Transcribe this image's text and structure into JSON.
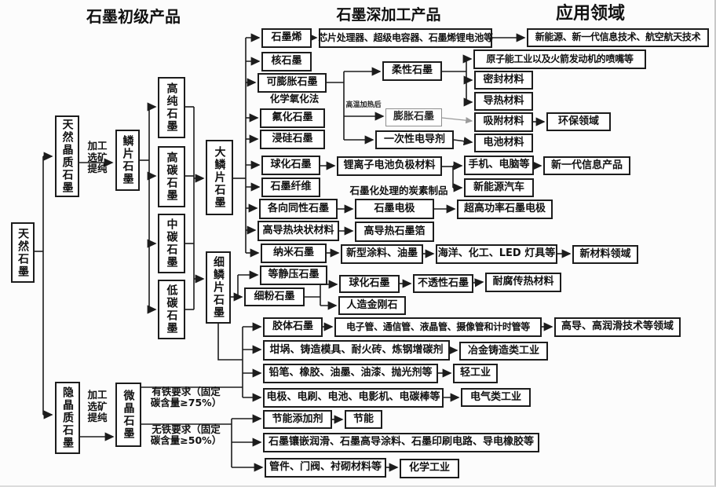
{
  "colors": {
    "line": "#1c1c1c",
    "muted_line": "#9a9a9a",
    "background": "#fcfcfc"
  },
  "headers": {
    "primary": "石墨初级产品",
    "deep": "石墨深加工产品",
    "application": "应用领域"
  },
  "nodes": {
    "natural": "天然石墨",
    "crystalline": "天然晶质石墨",
    "process1": "加工\n选矿\n提纯",
    "flake": "鳞片石墨",
    "high_purity": "高纯石墨",
    "high_carbon": "高碳石墨",
    "mid_carbon": "中碳石墨",
    "low_carbon": "低碳石墨",
    "large_flake": "大鳞片石墨",
    "fine_flake": "细鳞片石墨",
    "crypto": "隐晶质石墨",
    "process2": "加工\n选矿\n提纯",
    "micro": "微晶石墨",
    "iron_req": "有铁要求（固定\n碳含量≥75%）",
    "no_iron_req": "无铁要求（固定\n碳含量≥50%）",
    "graphene": "石墨烯",
    "chips": "芯片处理器、超级电容器、石墨烯锂电池等",
    "new_energy_apps": "新能源、新一代信息技术、航空航天技术",
    "nuclear": "核石墨",
    "expandable": "可膨胀石墨",
    "chem_ox": "化学氧化法",
    "flexible": "柔性石墨",
    "atomic": "原子能工业以及火箭发动机的喷嘴等",
    "seal": "密封材料",
    "thermal_mat": "导热材料",
    "heat_label": "高温加热后",
    "expanded": "膨胀石墨",
    "adsorb": "吸附材料",
    "env": "环保领域",
    "conduct_agent": "一次性电导剂",
    "battery": "电池材料",
    "fluorinated": "氟化石墨",
    "siliconized": "浸硅石墨",
    "spherical1": "球化石墨",
    "lithium": "锂离子电池负极材料",
    "phone": "手机、电脑等",
    "new_info": "新一代信息产品",
    "nev": "新能源汽车",
    "fiber": "石墨纤维",
    "carbon_label": "石墨化处理的炭素制品",
    "isotropic": "各向同性石墨",
    "g_electrode": "石墨电极",
    "uhp": "超高功率石墨电极",
    "thermal_block": "高导热块状材料",
    "foil": "高导热石墨箔",
    "nano": "纳米石墨",
    "coating": "新型涂料、油墨",
    "ocean": "海洋、化工、LED 灯具等",
    "new_material": "新材料领域",
    "isostatic": "等静压石墨",
    "fine_powder": "细粉石墨",
    "spherical2": "球化石墨",
    "impermeable": "不透性石墨",
    "corrosion": "耐腐传热材料",
    "diamond": "人造金刚石",
    "colloid": "胶体石墨",
    "etube": "电子管、通信管、液晶管、摄像管和计时管等",
    "hightech": "高导、高润滑技术等领域",
    "crucible": "坩埚、铸造模具、耐火砖、炼钢增碳剂",
    "metallurgy": "冶金铸造类工业",
    "pencil": "铅笔、橡胶、油墨、油漆、抛光剂等",
    "light_ind": "轻工业",
    "electrode_row": "电极、电刷、电池、电影机、电碳棒等",
    "electric_ind": "电气类工业",
    "energy_add": "节能添加剂",
    "energy_save": "节能",
    "inlay": "石墨镶嵌润滑、石墨高导涂料、石墨印刷电路、导电橡胶等",
    "pipe": "管件、门阀、衬砌材料等",
    "chem_ind": "化学工业"
  }
}
